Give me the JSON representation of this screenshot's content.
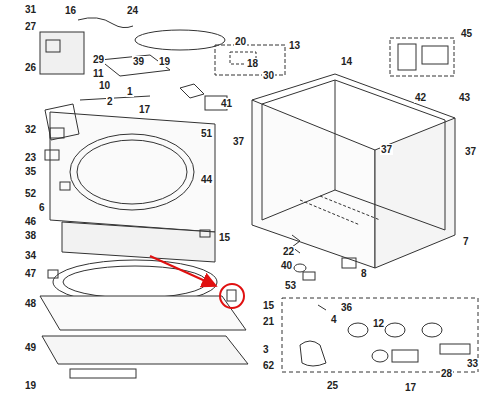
{
  "diagram": {
    "labels": [
      "31",
      "16",
      "24",
      "13",
      "45",
      "27",
      "20",
      "26",
      "29",
      "11",
      "39",
      "19",
      "18",
      "30",
      "14",
      "10",
      "1",
      "2",
      "17",
      "41",
      "42",
      "43",
      "32",
      "51",
      "37",
      "37",
      "37",
      "23",
      "35",
      "52",
      "44",
      "6",
      "46",
      "38",
      "15",
      "7",
      "22",
      "34",
      "40",
      "8",
      "53",
      "47",
      "48",
      "15",
      "21",
      "36",
      "4",
      "12",
      "3",
      "49",
      "62",
      "25",
      "17",
      "28",
      "33",
      "19"
    ]
  }
}
